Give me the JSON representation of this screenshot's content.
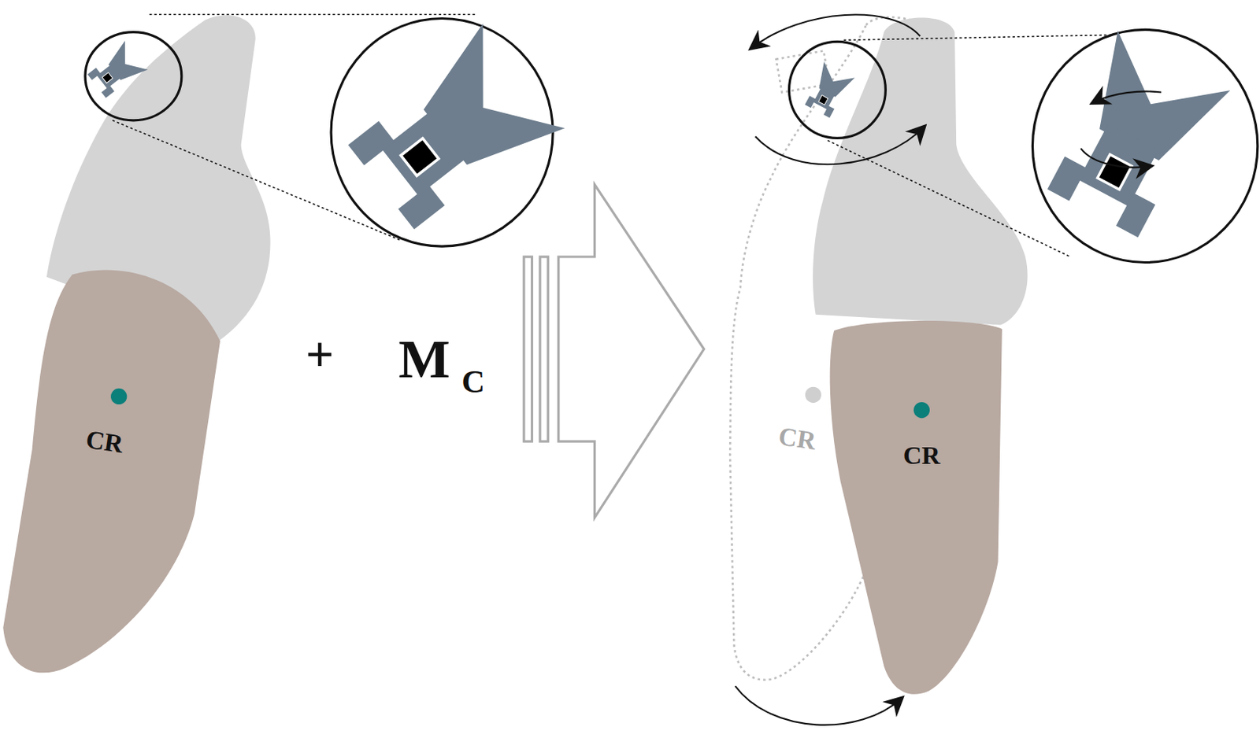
{
  "diagram": {
    "labels": [
      "CR",
      "+",
      "M",
      "C",
      "CR",
      "CR"
    ]
  }
}
